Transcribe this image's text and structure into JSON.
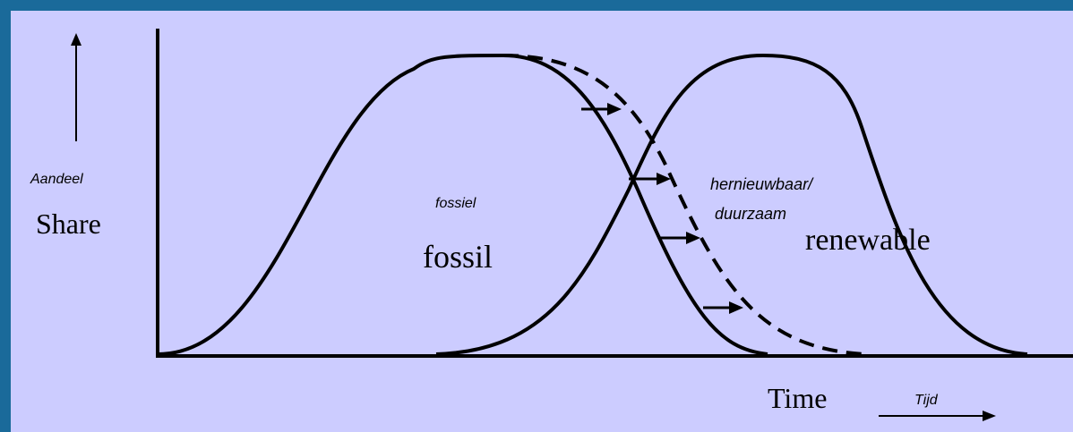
{
  "diagram": {
    "y_axis": {
      "label_en": "Share",
      "label_nl": "Aandeel"
    },
    "x_axis": {
      "label_en": "Time",
      "label_nl": "Tijd"
    },
    "curves": {
      "fossil": {
        "label_en": "fossil",
        "label_nl": "fossiel",
        "style": "solid"
      },
      "fossil_shifted": {
        "style": "dashed"
      },
      "renewable": {
        "label_en": "renewable",
        "label_nl_line1": "hernieuwbaar/",
        "label_nl_line2": "duurzaam",
        "style": "solid"
      }
    },
    "shift_arrow_count": 4
  },
  "colors": {
    "frame": "#1a6a9a",
    "background": "#ccccff",
    "ink": "#000000"
  }
}
